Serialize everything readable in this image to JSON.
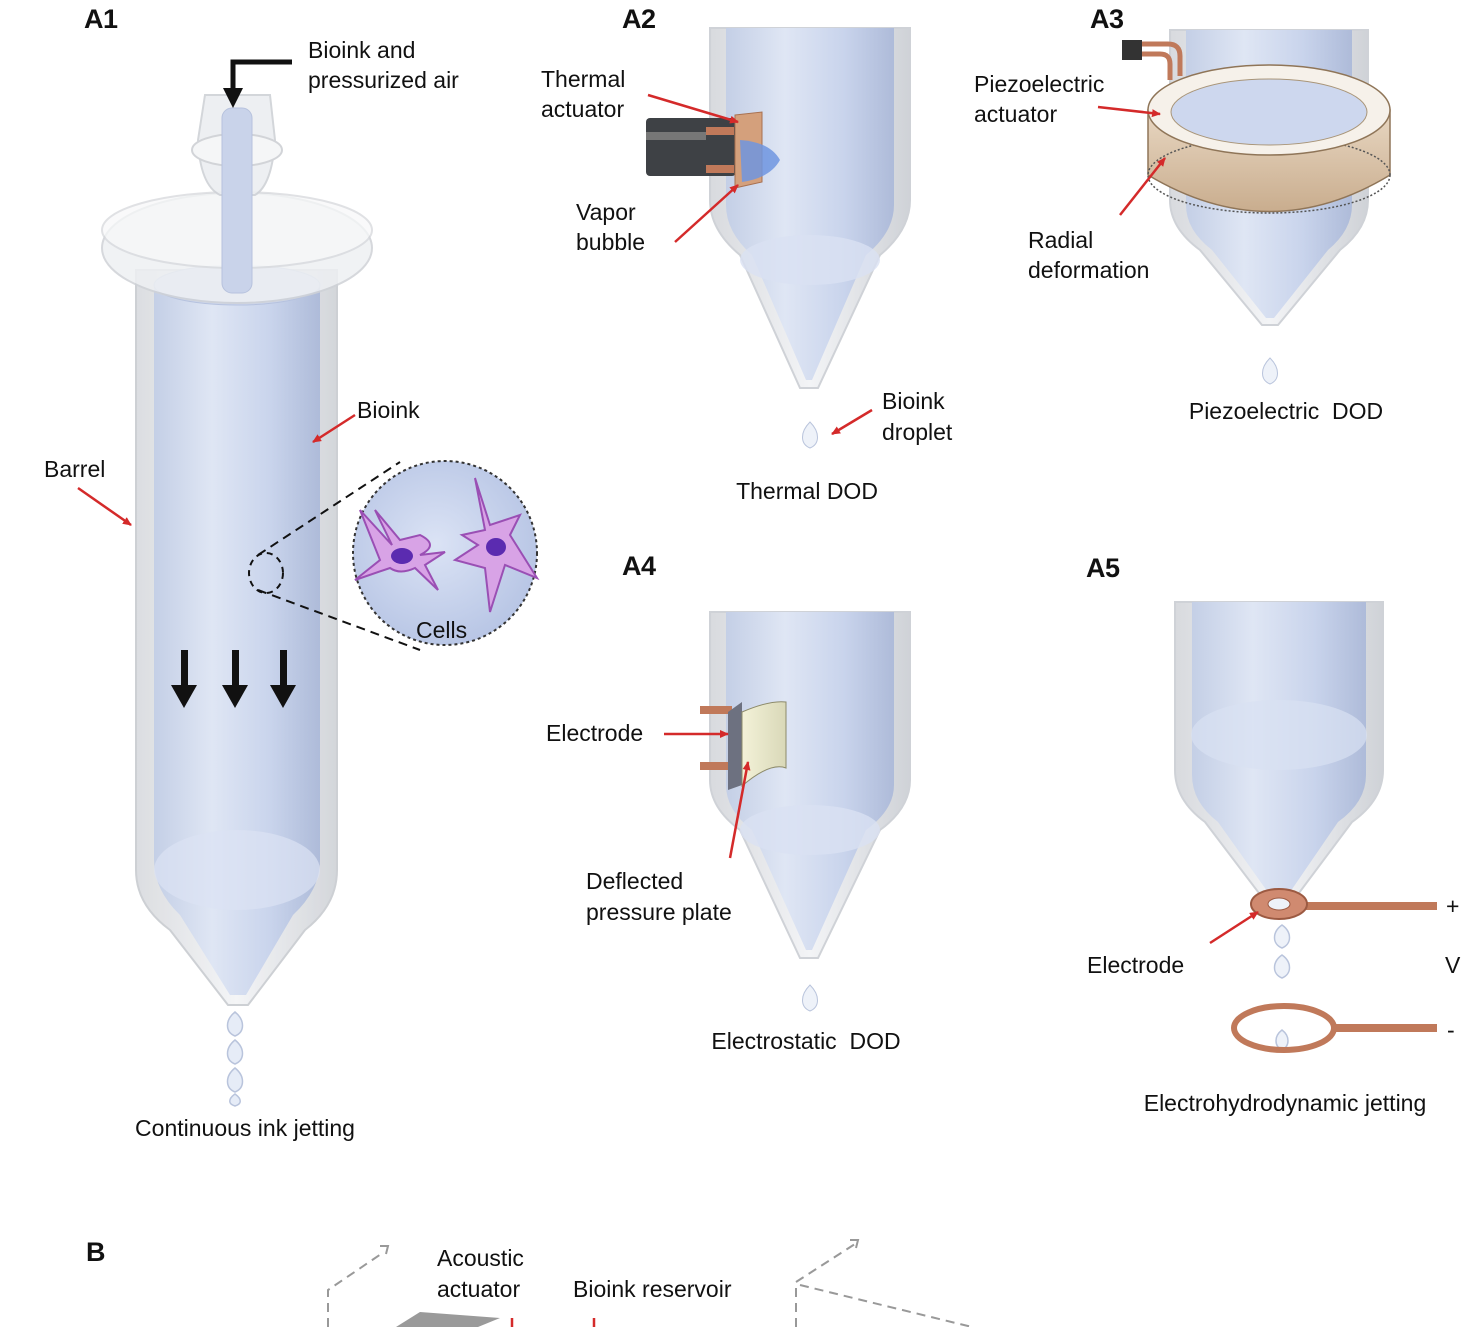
{
  "panels": {
    "a1": "A1",
    "a2": "A2",
    "a3": "A3",
    "a4": "A4",
    "a5": "A5",
    "b": "B"
  },
  "a1": {
    "input_line1": "Bioink and",
    "input_line2": "pressurized air",
    "bioink": "Bioink",
    "barrel": "Barrel",
    "cells": "Cells",
    "caption": "Continuous ink jetting"
  },
  "a2": {
    "actuator_line1": "Thermal",
    "actuator_line2": "actuator",
    "bubble_line1": "Vapor",
    "bubble_line2": "bubble",
    "droplet_line1": "Bioink",
    "droplet_line2": "droplet",
    "caption": "Thermal DOD"
  },
  "a3": {
    "actuator_line1": "Piezoelectric",
    "actuator_line2": "actuator",
    "deform_line1": "Radial",
    "deform_line2": "deformation",
    "caption": "Piezoelectric  DOD"
  },
  "a4": {
    "electrode": "Electrode",
    "plate_line1": "Deflected",
    "plate_line2": "pressure plate",
    "caption": "Electrostatic  DOD"
  },
  "a5": {
    "plus": "+",
    "voltage": "V",
    "minus": "-",
    "electrode": "Electrode",
    "caption": "Electrohydrodynamic jetting"
  },
  "b": {
    "actuator_line1": "Acoustic",
    "actuator_line2": "actuator",
    "reservoir": "Bioink reservoir"
  },
  "colors": {
    "bioink": "#b9c8e6",
    "barrel_shell": "#e4e6ea",
    "label_arrow": "#d42a2a",
    "copper": "#c0795a",
    "cell": "#b466c8"
  }
}
